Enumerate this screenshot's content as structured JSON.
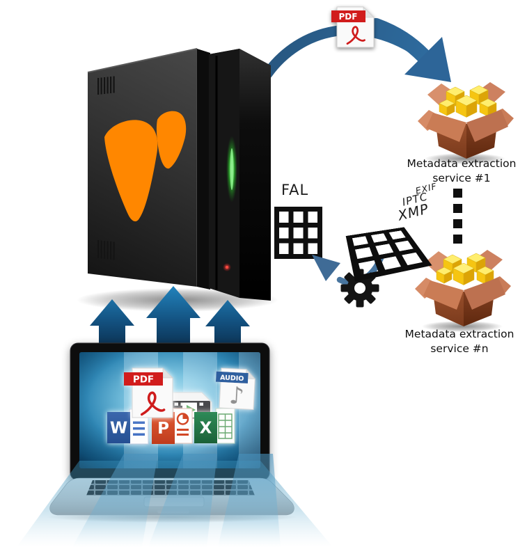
{
  "labels": {
    "fal": "FAL",
    "exif": "EXIF",
    "iptc": "IPTC",
    "xmp": "XMP",
    "service_1": {
      "line1": "Metadata extraction",
      "line2": "service #1"
    },
    "service_n": {
      "line1": "Metadata extraction",
      "line2": "service #n"
    }
  },
  "badges": {
    "pdf": "PDF",
    "audio": "AUDIO",
    "audio_note": "♪",
    "word": "W",
    "powerpoint": "P",
    "excel": "X"
  },
  "icons": {
    "server": "typo3-server-tower",
    "logo": "typo3-logo",
    "pdf_file": "pdf-file-icon",
    "audio_file": "audio-file-icon",
    "video_file": "video-file-icon",
    "word_file": "word-file-icon",
    "powerpoint_file": "powerpoint-file-icon",
    "excel_file": "excel-file-icon",
    "package_box_1": "open-package-box-icon",
    "package_box_n": "open-package-box-icon",
    "fal_grid": "table-grid-icon",
    "metadata_grid": "tilted-table-grid-icon",
    "gear": "gear-icon",
    "upload_arrows": "upload-arrow-icon",
    "curved_arrow": "curved-arrow-icon",
    "return_arrow": "curved-return-arrow-icon",
    "dotted_line": "vertical-dotted-line",
    "laptop": "laptop"
  },
  "colors": {
    "typo3_orange": "#ff8700",
    "arrow_blue_light": "#2386c0",
    "arrow_blue_dark": "#0b3356",
    "box_brown": "#8a4526",
    "flap_salmon": "#d08a68",
    "cube_yellow": "#ffd91a",
    "pdf_red": "#d11a1a",
    "audio_banner_blue": "#2e5f9f",
    "word_blue": "#2b579a",
    "powerpoint_red": "#d24726",
    "excel_green": "#217346",
    "led_green": "#3fd43f",
    "led_red": "#ff3b30",
    "screen_blue": "#2f87b5"
  }
}
